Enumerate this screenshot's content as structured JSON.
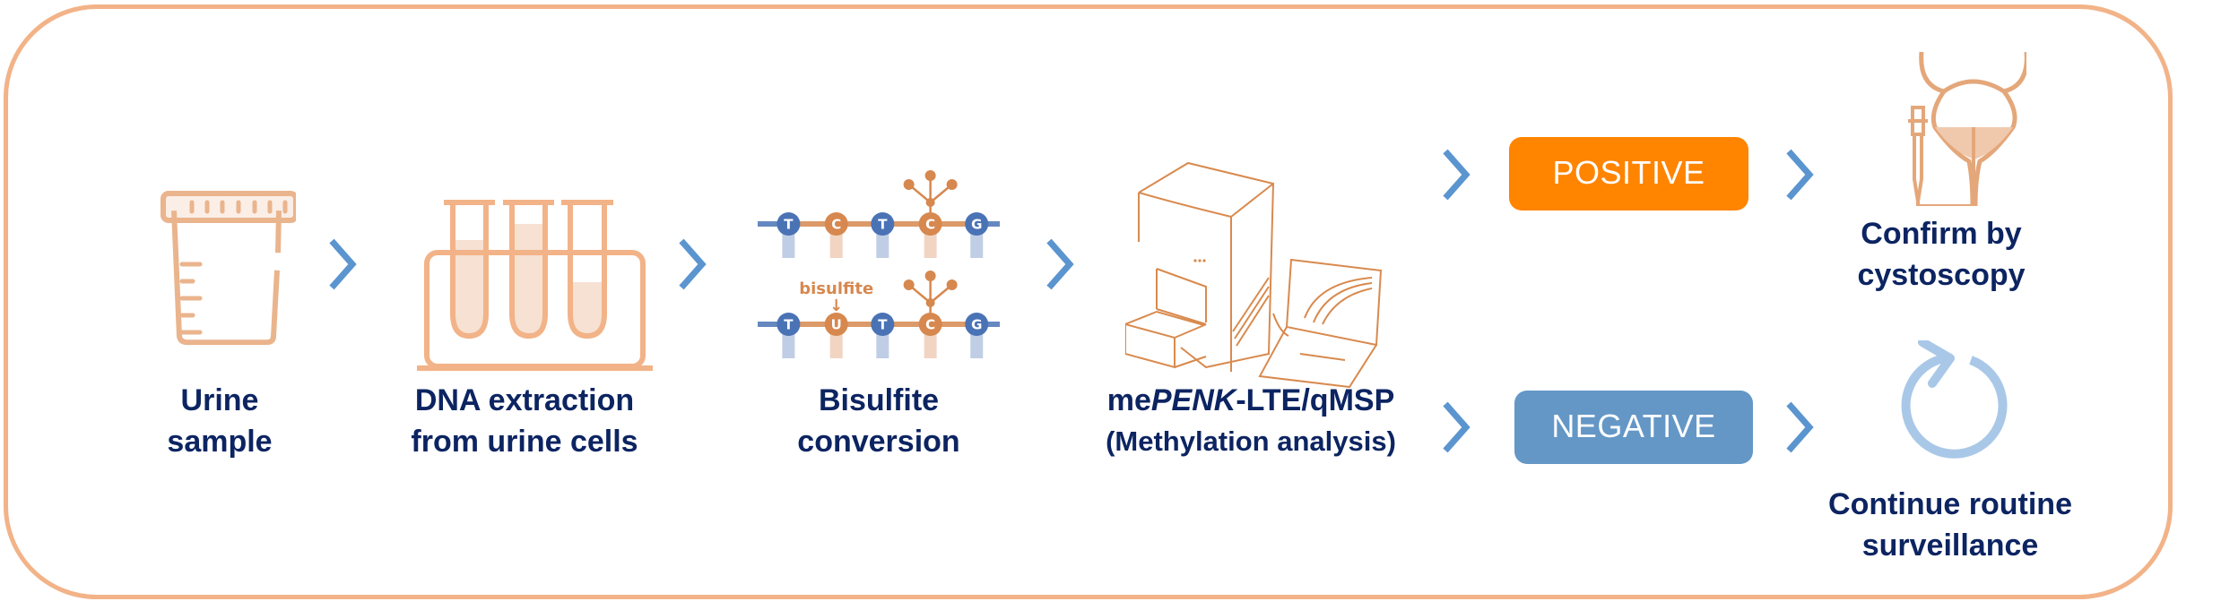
{
  "colors": {
    "frame": "#f2b388",
    "icon_orange": "#eab48d",
    "arrow_blue": "#5b95cf",
    "text_navy": "#0c2461",
    "positive_bg": "#ff8400",
    "negative_bg": "#6497c6",
    "loop_blue": "#a9c8e8",
    "dna_blue": "#4a73b5",
    "dna_orange": "#d6884f"
  },
  "steps": [
    {
      "id": "urine",
      "icon": "urine-cup-icon",
      "line1": "Urine",
      "line2": "sample"
    },
    {
      "id": "dna",
      "icon": "test-tubes-icon",
      "line1": "DNA extraction",
      "line2": "from urine cells"
    },
    {
      "id": "bisulfite",
      "icon": "bisulfite-dna-icon",
      "line1": "Bisulfite",
      "line2": "conversion"
    },
    {
      "id": "qmsp",
      "icon": "qpcr-instrument-icon",
      "line1_prefix": "me",
      "line1_italic": "PENK",
      "line1_suffix": "-LTE/qMSP",
      "line2": "(Methylation analysis)"
    }
  ],
  "dna_diagram": {
    "top_strand": [
      "T",
      "C",
      "T",
      "C",
      "G"
    ],
    "bottom_strand": [
      "T",
      "U",
      "T",
      "C",
      "G"
    ],
    "bisulfite_label": "bisulfite",
    "arrow": "↓"
  },
  "outcomes": {
    "positive": {
      "label": "POSITIVE",
      "result_line1": "Confirm by",
      "result_line2": "cystoscopy",
      "icon": "bladder-cystoscope-icon"
    },
    "negative": {
      "label": "NEGATIVE",
      "result_line1": "Continue routine",
      "result_line2": "surveillance",
      "icon": "refresh-loop-icon"
    }
  }
}
